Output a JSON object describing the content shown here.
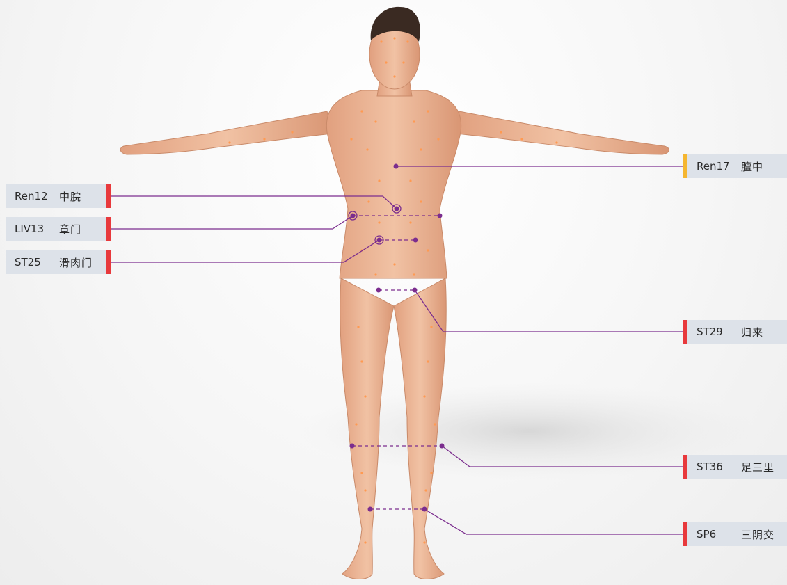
{
  "accent_line": "#7b2d8e",
  "marker_red": "#e8393c",
  "marker_yellow": "#f5b630",
  "points": [
    {
      "code": "Ren12",
      "name": "中脘",
      "marker": "red"
    },
    {
      "code": "LIV13",
      "name": "章门",
      "marker": "red"
    },
    {
      "code": "ST25",
      "name": "滑肉门",
      "marker": "red"
    },
    {
      "code": "Ren17",
      "name": "膻中",
      "marker": "yellow"
    },
    {
      "code": "ST29",
      "name": "归来",
      "marker": "red"
    },
    {
      "code": "ST36",
      "name": "足三里",
      "marker": "red"
    },
    {
      "code": "SP6",
      "name": "三阴交",
      "marker": "red"
    }
  ]
}
